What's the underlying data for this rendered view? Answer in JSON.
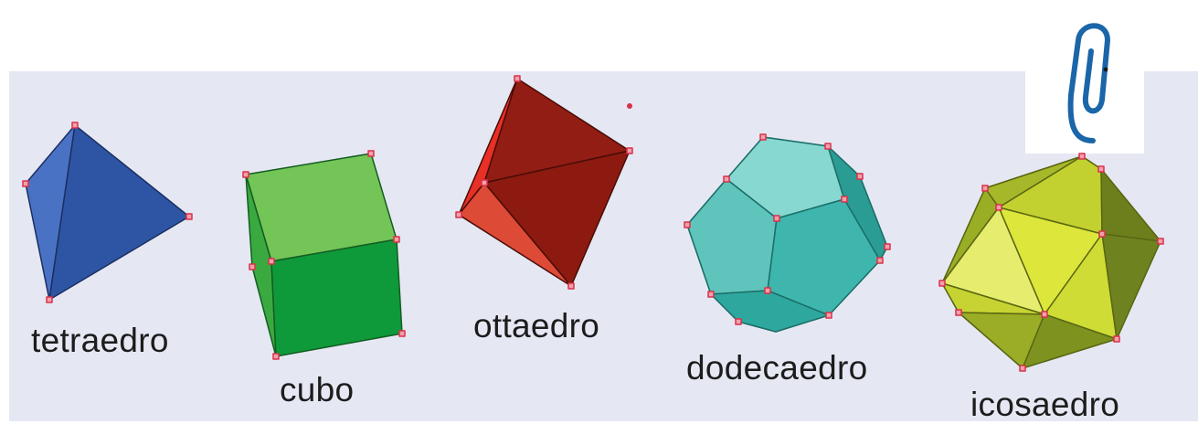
{
  "solids": [
    {
      "name": "tetraedro"
    },
    {
      "name": "cubo"
    },
    {
      "name": "ottaedro"
    },
    {
      "name": "dodecaedro"
    },
    {
      "name": "icosaedro"
    }
  ],
  "colors": {
    "panel": "#e5e8f3",
    "tetraedro": "#3b5fad",
    "cubo": "#23a53c",
    "ottaedro": "#8f1b12",
    "dodecaedro": "#5cc3bb",
    "icosaedro": "#c9d637",
    "vertex": "#d9304a",
    "clip": "#1b66a8"
  },
  "icons": {
    "clip": "paperclip-icon"
  }
}
